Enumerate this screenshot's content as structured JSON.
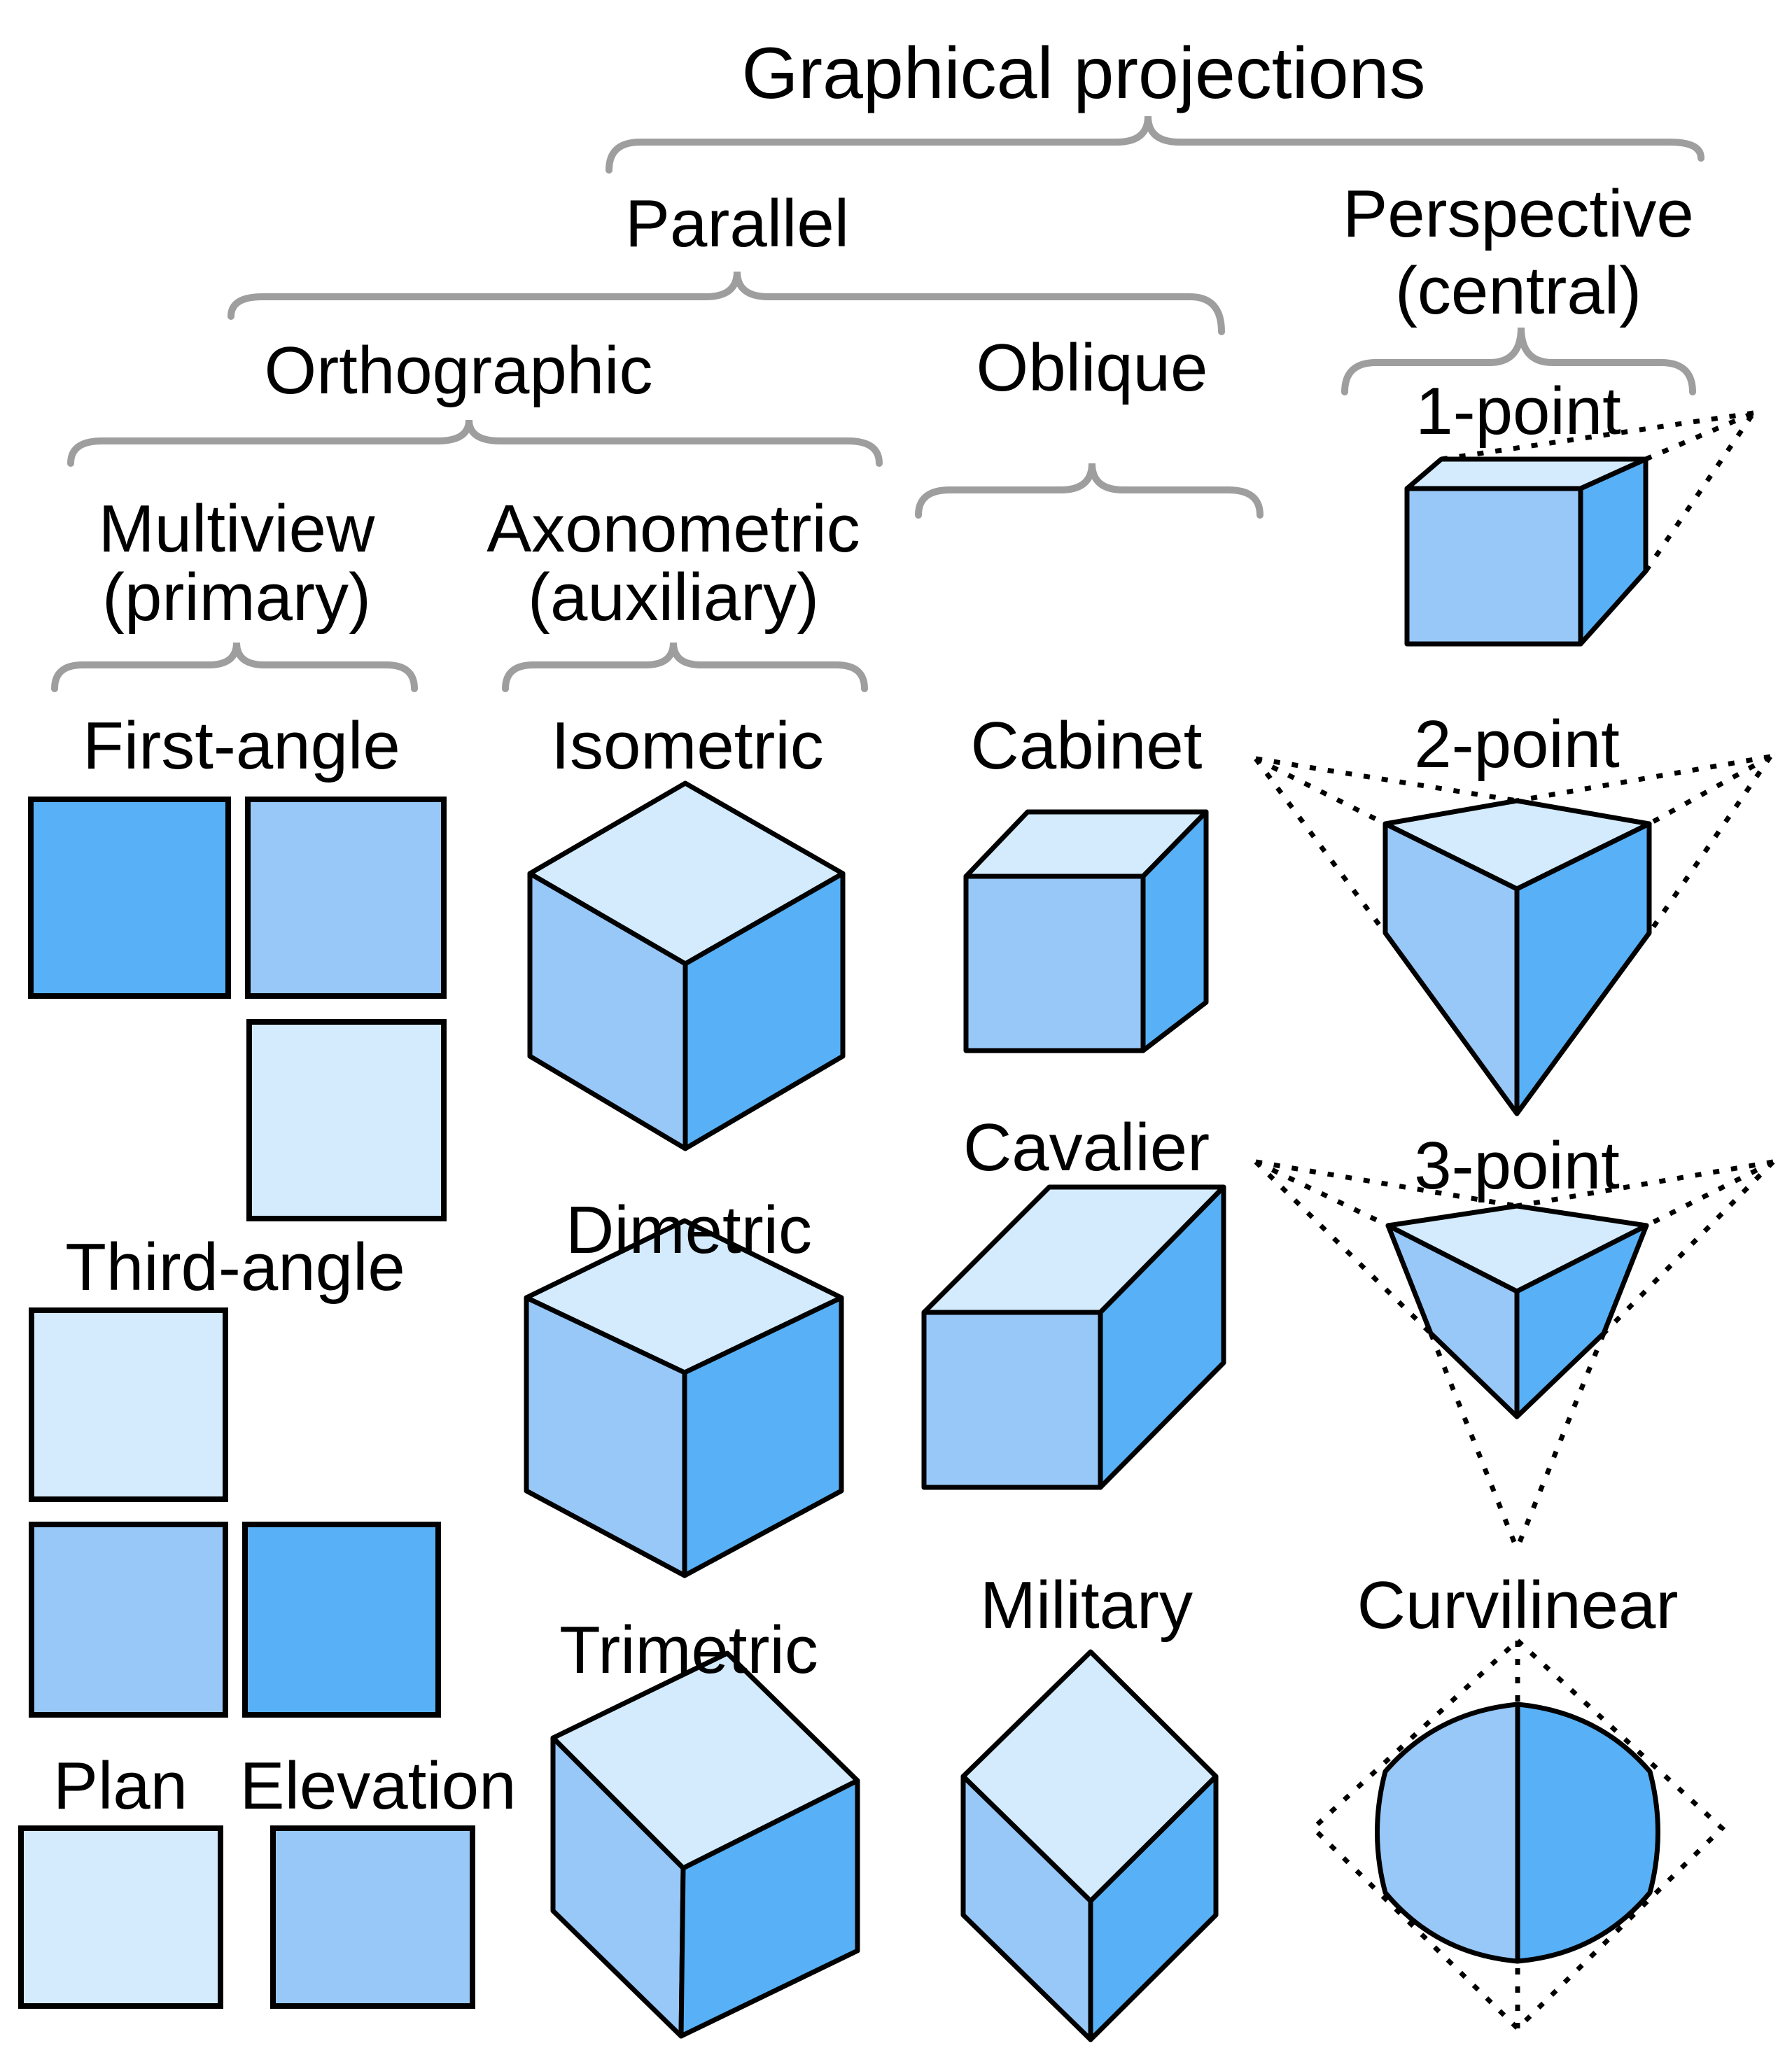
{
  "diagram_title": "Graphical projections",
  "colors": {
    "face_light": "#d4ebfd",
    "face_medium": "#98c8f8",
    "face_dark": "#58b1f6",
    "outline": "#000000",
    "brace": "#9e9e9e",
    "text": "#000000"
  },
  "tree": {
    "root": {
      "label": "Graphical projections"
    },
    "parallel": {
      "label": "Parallel"
    },
    "perspective": {
      "label": "Perspective",
      "sublabel": "(central)"
    },
    "orthographic": {
      "label": "Orthographic"
    },
    "oblique": {
      "label": "Oblique"
    },
    "multiview": {
      "label": "Multiview",
      "sublabel": "(primary)"
    },
    "axonometric": {
      "label": "Axonometric",
      "sublabel": "(auxiliary)"
    },
    "first_angle": {
      "label": "First-angle"
    },
    "third_angle": {
      "label": "Third-angle"
    },
    "plan": {
      "label": "Plan"
    },
    "elevation": {
      "label": "Elevation"
    },
    "isometric": {
      "label": "Isometric"
    },
    "dimetric": {
      "label": "Dimetric"
    },
    "trimetric": {
      "label": "Trimetric"
    },
    "cabinet": {
      "label": "Cabinet"
    },
    "cavalier": {
      "label": "Cavalier"
    },
    "military": {
      "label": "Military"
    },
    "one_point": {
      "label": "1-point"
    },
    "two_point": {
      "label": "2-point"
    },
    "three_point": {
      "label": "3-point"
    },
    "curvilinear": {
      "label": "Curvilinear"
    }
  }
}
